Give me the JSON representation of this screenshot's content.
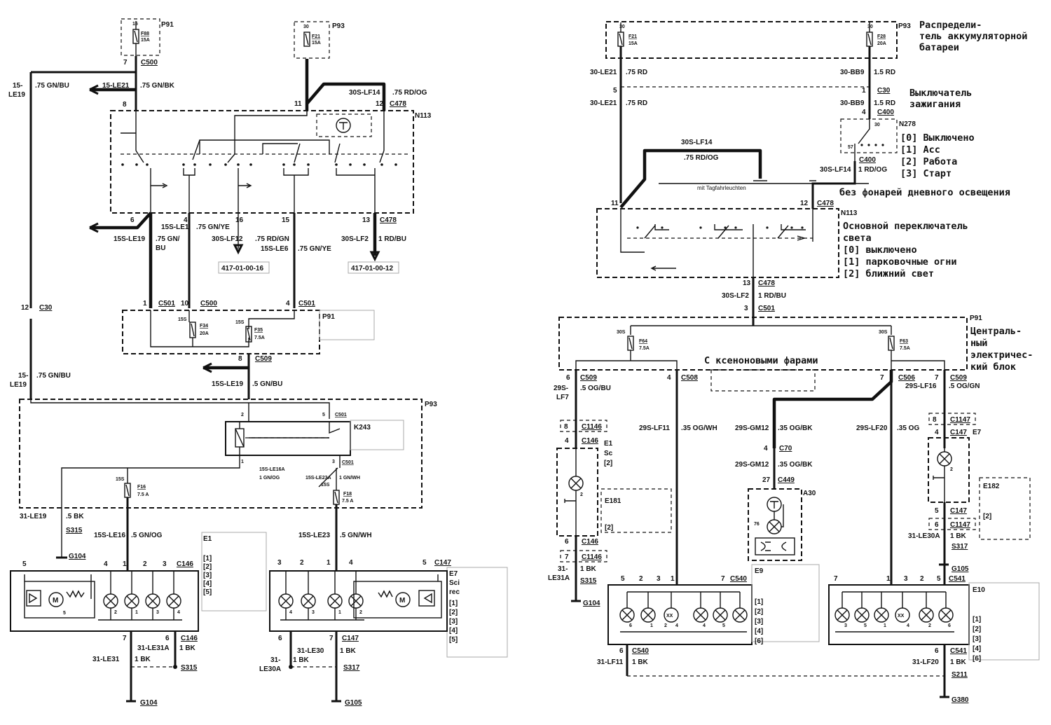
{
  "left": {
    "p91_top": {
      "pin": "15",
      "fuse": "F88",
      "rating": "15A",
      "ref": "P91"
    },
    "p93_top": {
      "pin": "30",
      "fuse": "F21",
      "rating": "15A",
      "ref": "P93"
    },
    "c500_top": {
      "pin": "7",
      "conn": "C500"
    },
    "wire_le19_a": {
      "pin": "15-",
      "circuit": "LE19",
      "spec": ".75 GN/BU"
    },
    "wire_le21": {
      "circuit": "15-LE21",
      "spec": ".75 GN/BK"
    },
    "pin_8": "8",
    "pin_11": "11",
    "pin_12": "12",
    "wire_lf14": {
      "circuit": "30S-LF14",
      "spec": ".75 RD/OG",
      "conn": "C478"
    },
    "n113": "N113",
    "pin_6": "6",
    "pin_4": "4",
    "pin_16": "16",
    "pin_15": "15",
    "pin_13": "13",
    "c478_b": "C478",
    "wire_le19_sw": {
      "circuit": "15S-LE19",
      "spec": ".75 GN/",
      "spec2": "BU"
    },
    "wire_le1": {
      "circuit": "15S-LE1",
      "spec": ".75 GN/YE"
    },
    "wire_lf12": {
      "circuit": "30S-LF12",
      "spec": ".75 RD/GN"
    },
    "wire_le6": {
      "circuit": "15S-LE6",
      "spec": ".75 GN/YE"
    },
    "wire_lf2": {
      "circuit": "30S-LF2",
      "spec": "1 RD/BU"
    },
    "ref_16": "417-01-00-16",
    "ref_12": "417-01-00-12",
    "c30": {
      "pin": "12",
      "conn": "C30"
    },
    "c501_a": {
      "pin": "1",
      "conn": "C501"
    },
    "c500_b": {
      "pin": "10",
      "conn": "C500"
    },
    "c501_b": {
      "pin": "4",
      "conn": "C501"
    },
    "p91_mid": {
      "ref": "P91",
      "fuse1": "F34",
      "r1": "20A",
      "fuse2": "F35",
      "r2": "7.5A",
      "pin": "15S"
    },
    "c509": {
      "pin": "8",
      "conn": "C509"
    },
    "wire_le19_b": {
      "pin": "15-",
      "circuit": "LE19",
      "spec": ".75 GN/BU"
    },
    "wire_le19_c": {
      "circuit": "15S-LE19",
      "spec": ".5 GN/BU"
    },
    "p93_mid": "P93",
    "k243": "K243",
    "c501_r": "C501",
    "c501_r2": "C501",
    "relay_pins": {
      "p2": "2",
      "p5": "5",
      "p1": "1",
      "p3": "3"
    },
    "relay_w1": {
      "circuit": "15S-LE16A",
      "spec": "1 GN/OG"
    },
    "relay_w2": {
      "circuit": "15S-LE23A",
      "spec": "1 GN/WH"
    },
    "f16": {
      "pin": "15S",
      "fuse": "F16",
      "rating": "7.5 A"
    },
    "f18": {
      "pin": "15S",
      "fuse": "F18",
      "rating": "7.5 A"
    },
    "wire_31_le19": {
      "circuit": "31-LE19",
      "spec": ".5 BK",
      "splice": "S315",
      "ground": "G104"
    },
    "wire_le16": {
      "circuit": "15S-LE16",
      "spec": ".5 GN/OG"
    },
    "wire_le23": {
      "circuit": "15S-LE23",
      "spec": ".5 GN/WH"
    },
    "e1": {
      "ref": "E1",
      "items": [
        "[1]",
        "[2]",
        "[3]",
        "[4]",
        "[5]"
      ]
    },
    "e7": {
      "ref": "E7",
      "l1": "Sci",
      "l2": "rec",
      "items": [
        "[1]",
        "[2]",
        "[3]",
        "[4]",
        "[5]"
      ]
    },
    "c146": {
      "pins": [
        "5",
        "4",
        "1",
        "2",
        "3"
      ],
      "conn": "C146"
    },
    "c147": {
      "pins": [
        "3",
        "2",
        "1",
        "4",
        "5"
      ],
      "conn": "C147"
    },
    "lamp_pins_l": [
      "2",
      "1",
      "3",
      "4"
    ],
    "lamp_pins_r": [
      "4",
      "3",
      "1",
      "2"
    ],
    "motor_pin": "5",
    "c146_b": {
      "p7": "7",
      "p6": "6",
      "conn": "C146"
    },
    "c147_b": {
      "p6": "6",
      "p7": "7",
      "conn": "C147"
    },
    "w_le31a": {
      "circuit": "31-LE31A",
      "spec": "1 BK"
    },
    "w_le31": {
      "circuit": "31-LE31",
      "spec": "1 BK",
      "splice": "S315",
      "ground": "G104"
    },
    "w_le30": {
      "circuit": "31-LE30",
      "spec": "1 BK",
      "splice": "S317",
      "ground": "G105"
    },
    "w_le30a": {
      "c1": "31-",
      "c2": "LE30A",
      "spec": "1 BK"
    }
  },
  "right": {
    "p93": {
      "ref": "P93",
      "f1": "F21",
      "r1": "15A",
      "f2": "F28",
      "r2": "20A",
      "pin": "30"
    },
    "w_le21": {
      "circuit": "30-LE21",
      "spec": ".75 RD"
    },
    "w_bb9": {
      "circuit": "30-BB9",
      "spec": "1.5 RD"
    },
    "w_le21_b": {
      "circuit": "30-LE21",
      "spec": ".75 RD"
    },
    "w_bb9_b": {
      "circuit": "30-BB9",
      "spec": "1.5 RD"
    },
    "pin5": "5",
    "pin1": "1",
    "c30": "C30",
    "c400a": {
      "pin": "4",
      "conn": "C400"
    },
    "c400b": {
      "conn": "C400"
    },
    "n278": "N278",
    "n278_p30": "30",
    "n278_p57": "57",
    "w_lf14_top": {
      "circuit": "30S-LF14",
      "spec": ".75 RD/OG"
    },
    "w_lf14_r": {
      "circuit": "30S-LF14",
      "spec": "1 RD/OG"
    },
    "mit_tfl": "mit Tagfahrleuchten",
    "pin11": "11",
    "pin12": "12",
    "c478": "C478",
    "n113": "N113",
    "c478_b": {
      "pin": "13",
      "conn": "C478"
    },
    "w_lf2": {
      "circuit": "30S-LF2",
      "spec": "1 RD/BU"
    },
    "c501": {
      "pin": "3",
      "conn": "C501"
    },
    "p91": {
      "ref": "P91",
      "f1": "F64",
      "r1": "7.5A",
      "f2": "F63",
      "r2": "7.5A",
      "pin": "30S"
    },
    "c509_l": {
      "pin": "6",
      "conn": "C509"
    },
    "c508": {
      "pin": "4",
      "conn": "C508"
    },
    "c506": {
      "pin": "7",
      "conn": "C506"
    },
    "c509_r": {
      "pin": "7",
      "conn": "C509"
    },
    "w_lf7": {
      "c1": "29S-",
      "c2": "LF7",
      "spec": ".5 OG/BU"
    },
    "w_lf16": {
      "circuit": "29S-LF16",
      "spec": ".5 OG/GN"
    },
    "c1146": {
      "pin": "8",
      "conn": "C1146"
    },
    "c146": {
      "pin": "4",
      "conn": "C146"
    },
    "c1147": {
      "pin": "8",
      "conn": "C1147"
    },
    "c147": {
      "pin": "4",
      "conn": "C147"
    },
    "e1": {
      "ref": "E1",
      "l1": "Sc",
      "l2": "[2]",
      "lamp_pin": "2"
    },
    "e7": {
      "ref": "E7",
      "lamp_pin": "2"
    },
    "e181": {
      "ref": "E181",
      "l": "[2]"
    },
    "e182": {
      "ref": "E182",
      "l": "[2]"
    },
    "w_lf11": {
      "circuit": "29S-LF11",
      "spec": ".35 OG/WH"
    },
    "w_gm12": {
      "circuit": "29S-GM12",
      "spec": ".35 OG/BK"
    },
    "w_lf20": {
      "circuit": "29S-LF20",
      "spec": ".35 OG"
    },
    "c70": {
      "pin": "4",
      "conn": "C70"
    },
    "w_gm12_b": {
      "circuit": "29S-GM12",
      "spec": ".35 OG/BK"
    },
    "c449": {
      "pin": "27",
      "conn": "C449"
    },
    "a30": {
      "ref": "A30",
      "pin": "76"
    },
    "c147_b": {
      "pin": "5",
      "conn": "C147"
    },
    "c1147_b": {
      "pin": "6",
      "conn": "C1147"
    },
    "w_le30a": {
      "circuit": "31-LE30A",
      "spec": "1 BK",
      "splice": "S317",
      "ground": "G105"
    },
    "c146_b": {
      "pin": "6",
      "conn": "C146"
    },
    "c1146_b": {
      "pin": "7",
      "conn": "C1146"
    },
    "w_le31a": {
      "c1": "31-",
      "c2": "LE31A",
      "spec": "1 BK",
      "splice": "S315",
      "ground": "G104"
    },
    "c540": {
      "pins": [
        "5",
        "2",
        "3",
        "1",
        "7"
      ],
      "conn": "C540"
    },
    "c541": {
      "pins": [
        "7",
        "1",
        "3",
        "2",
        "5"
      ],
      "conn": "C541"
    },
    "e9": {
      "ref": "E9",
      "items": [
        "[1]",
        "[2]",
        "[3]",
        "[4]",
        "[6]"
      ]
    },
    "e10": {
      "ref": "E10",
      "items": [
        "[1]",
        "[2]",
        "[3]",
        "[4]",
        "[6]"
      ]
    },
    "e9_lamp_pins": [
      "6",
      "1",
      "2",
      "4",
      "4",
      "5"
    ],
    "e10_lamp_pins": [
      "3",
      "5",
      "1",
      "4",
      "2",
      "6"
    ],
    "c540_b": {
      "pin": "6",
      "conn": "C540"
    },
    "c541_b": {
      "pin": "6",
      "conn": "C541"
    },
    "w_lf11_b": {
      "circuit": "31-LF11",
      "spec": "1 BK"
    },
    "w_lf20_b": {
      "circuit": "31-LF20",
      "spec": "1 BK",
      "splice": "S211",
      "ground": "G380"
    }
  },
  "ru": {
    "battery_dist": [
      "Распредели-",
      "тель аккумуляторной",
      "батареи"
    ],
    "ignition": [
      "Выключатель",
      "зажигания"
    ],
    "ign_pos": [
      "[0] Выключено",
      "[1] Acc",
      "[2] Работа",
      "[3] Старт"
    ],
    "no_drl": "без фонарей дневного освещения",
    "light_switch": [
      "Основной переключатель",
      "света",
      "[0] выключено",
      "[1] парковочные огни",
      "[2] ближний свет"
    ],
    "central_box": [
      "Централь-",
      "ный",
      "электричес-",
      "кий блок"
    ],
    "xenon": "С ксеноновыми фарами"
  }
}
